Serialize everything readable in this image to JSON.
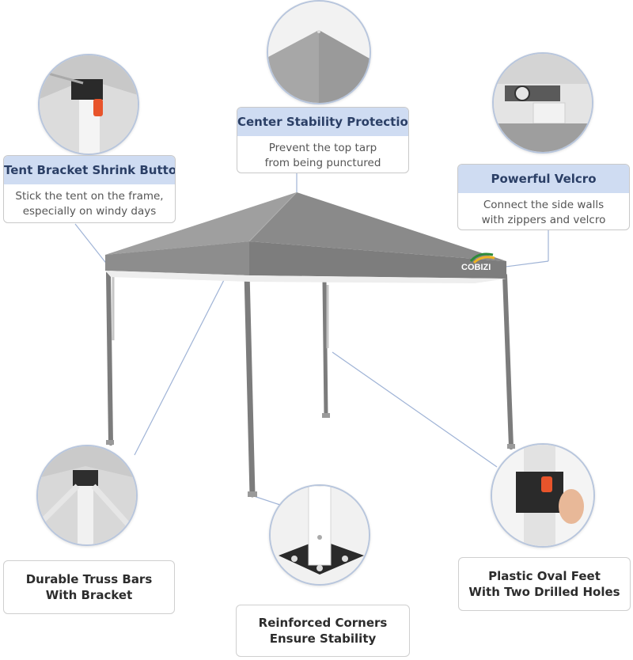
{
  "brand": {
    "logo_text": "COBIZI"
  },
  "callouts": {
    "center_stability": {
      "title": "Center Stability Protection",
      "desc_lines": [
        "Prevent the top tarp",
        "from being punctured"
      ]
    },
    "bracket_button": {
      "title": "Tent Bracket Shrink Button",
      "desc_lines": [
        "Stick the tent on the frame,",
        "especially on windy days"
      ]
    },
    "velcro": {
      "title": "Powerful Velcro",
      "desc_lines": [
        "Connect the side walls",
        "with zippers and velcro"
      ]
    },
    "truss": {
      "lines": [
        "Durable Truss Bars",
        "With Bracket"
      ]
    },
    "corners": {
      "lines": [
        "Reinforced Corners",
        "Ensure Stability"
      ]
    },
    "feet": {
      "lines": [
        "Plastic Oval Feet",
        "With Two Drilled Holes"
      ]
    }
  },
  "colors": {
    "canopy": "#8a8a8a",
    "accent_orange": "#e8542b",
    "title_bg": "#cfdcf2",
    "leader_line": "#9fb3d6"
  }
}
